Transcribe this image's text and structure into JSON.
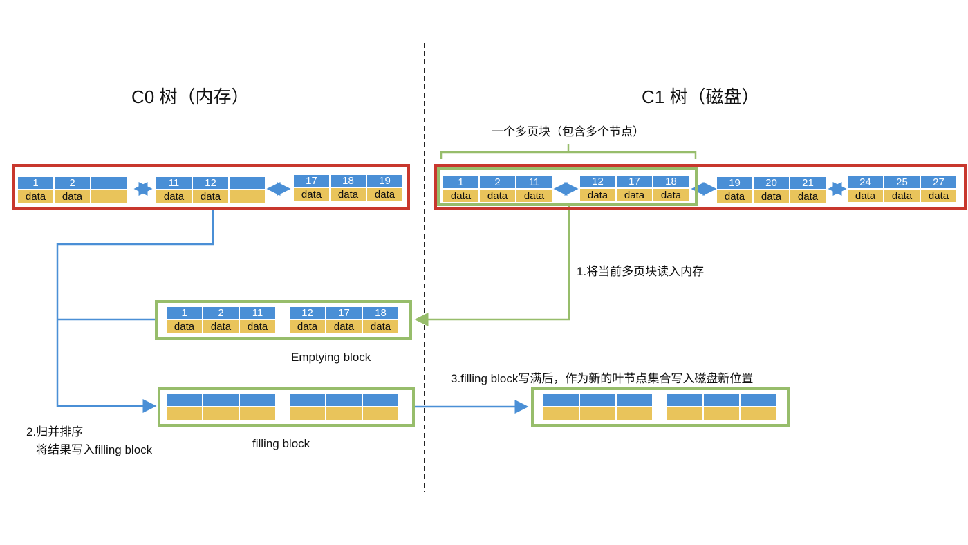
{
  "titles": {
    "c0": "C0 树（内存）",
    "c1": "C1 树（磁盘）"
  },
  "labels": {
    "multipage_block": "一个多页块（包含多个节点）",
    "step1": "1.将当前多页块读入内存",
    "emptying_block": "Emptying block",
    "step2_line1": "2.归并排序",
    "step2_line2": "将结果写入filling block",
    "filling_block": "filling block",
    "step3": "3.filling block写满后，作为新的叶节点集合写入磁盘新位置"
  },
  "colors": {
    "key": "#4a8fd6",
    "value": "#e9c45b",
    "tree_frame": "#c8372d",
    "block_frame": "#97bd6b",
    "flow_blue": "#4a8fd6",
    "flow_green": "#97bd6b",
    "divider": "#222222"
  },
  "c0_tree": {
    "nodes": [
      {
        "cells": [
          {
            "key": "1",
            "value": "data"
          },
          {
            "key": "2",
            "value": "data"
          },
          {
            "key": "",
            "value": ""
          }
        ]
      },
      {
        "cells": [
          {
            "key": "11",
            "value": "data"
          },
          {
            "key": "12",
            "value": "data"
          },
          {
            "key": "",
            "value": ""
          }
        ]
      },
      {
        "cells": [
          {
            "key": "17",
            "value": "data"
          },
          {
            "key": "18",
            "value": "data"
          },
          {
            "key": "19",
            "value": "data"
          }
        ]
      }
    ]
  },
  "c1_tree": {
    "nodes": [
      {
        "cells": [
          {
            "key": "1",
            "value": "data"
          },
          {
            "key": "2",
            "value": "data"
          },
          {
            "key": "11",
            "value": "data"
          }
        ]
      },
      {
        "cells": [
          {
            "key": "12",
            "value": "data"
          },
          {
            "key": "17",
            "value": "data"
          },
          {
            "key": "18",
            "value": "data"
          }
        ]
      },
      {
        "cells": [
          {
            "key": "19",
            "value": "data"
          },
          {
            "key": "20",
            "value": "data"
          },
          {
            "key": "21",
            "value": "data"
          }
        ]
      },
      {
        "cells": [
          {
            "key": "24",
            "value": "data"
          },
          {
            "key": "25",
            "value": "data"
          },
          {
            "key": "27",
            "value": "data"
          }
        ]
      }
    ]
  },
  "emptying_block": {
    "nodes": [
      {
        "cells": [
          {
            "key": "1",
            "value": "data"
          },
          {
            "key": "2",
            "value": "data"
          },
          {
            "key": "11",
            "value": "data"
          }
        ]
      },
      {
        "cells": [
          {
            "key": "12",
            "value": "data"
          },
          {
            "key": "17",
            "value": "data"
          },
          {
            "key": "18",
            "value": "data"
          }
        ]
      }
    ]
  },
  "filling_block": {
    "nodes": [
      {
        "cells": [
          {
            "key": "",
            "value": ""
          },
          {
            "key": "",
            "value": ""
          },
          {
            "key": "",
            "value": ""
          }
        ]
      },
      {
        "cells": [
          {
            "key": "",
            "value": ""
          },
          {
            "key": "",
            "value": ""
          },
          {
            "key": "",
            "value": ""
          }
        ]
      }
    ]
  },
  "new_disk_block": {
    "nodes": [
      {
        "cells": [
          {
            "key": "",
            "value": ""
          },
          {
            "key": "",
            "value": ""
          },
          {
            "key": "",
            "value": ""
          }
        ]
      },
      {
        "cells": [
          {
            "key": "",
            "value": ""
          },
          {
            "key": "",
            "value": ""
          },
          {
            "key": "",
            "value": ""
          }
        ]
      }
    ]
  }
}
